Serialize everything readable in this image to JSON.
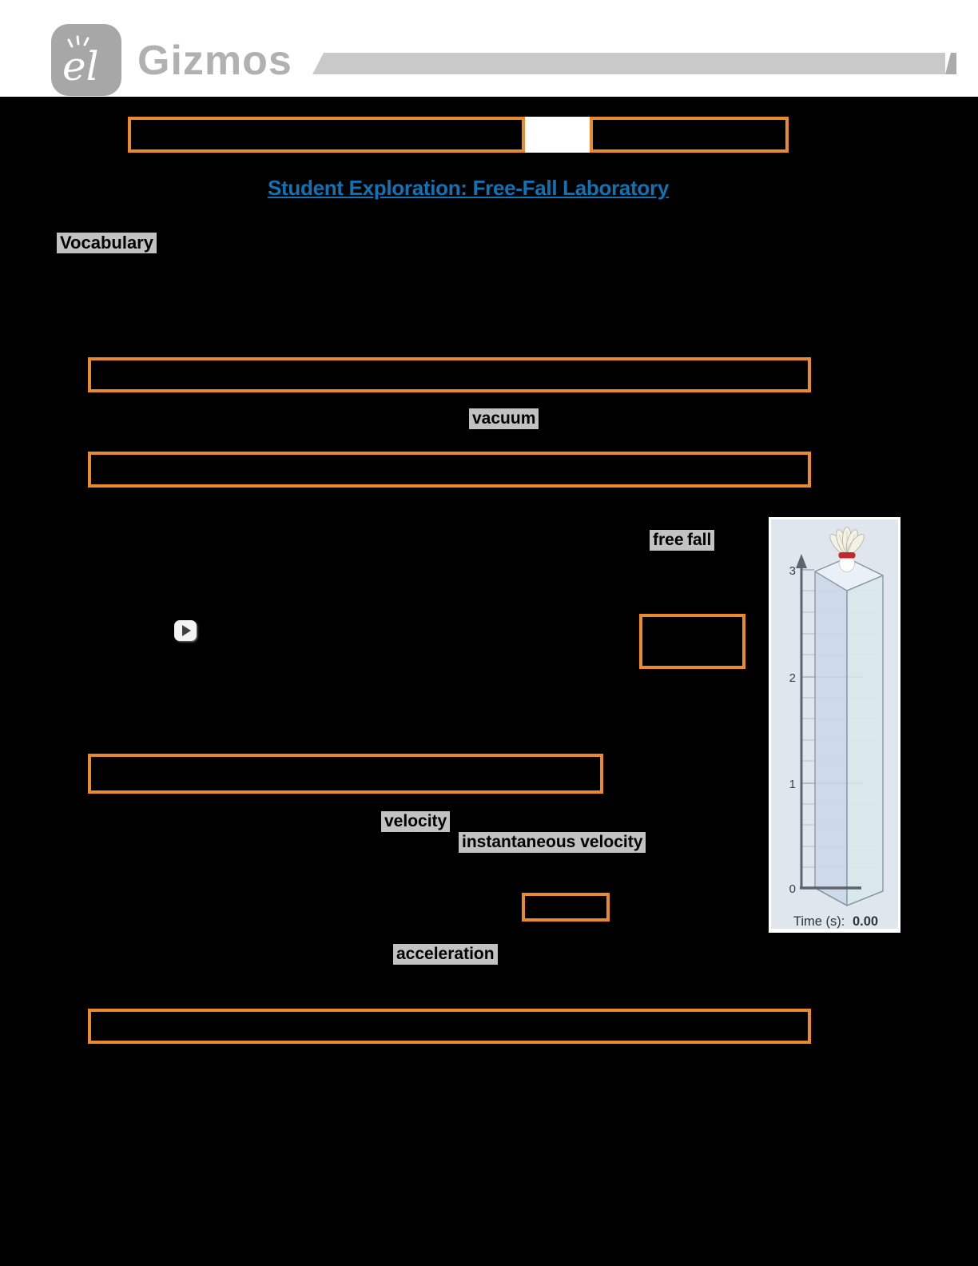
{
  "header": {
    "brand": "Gizmos",
    "logo": "el"
  },
  "doc": {
    "title": "Student Exploration: Free-Fall Laboratory",
    "vocabulary_label": "Vocabulary",
    "terms": {
      "vacuum": "vacuum",
      "free": "free",
      "fall": "fall",
      "velocity": "velocity",
      "instantaneous_velocity": "instantaneous velocity",
      "acceleration": "acceleration"
    }
  },
  "gizmo": {
    "axis_ticks": [
      "3",
      "2",
      "1",
      "0"
    ],
    "time_label": "Time (s):",
    "time_value": "0.00"
  },
  "colors": {
    "answer_box_orange": "#E98A2F",
    "highlight_gray": "#C2C2C2",
    "title_blue": "#1173B4",
    "panel_bg": "#E0E6EE"
  }
}
